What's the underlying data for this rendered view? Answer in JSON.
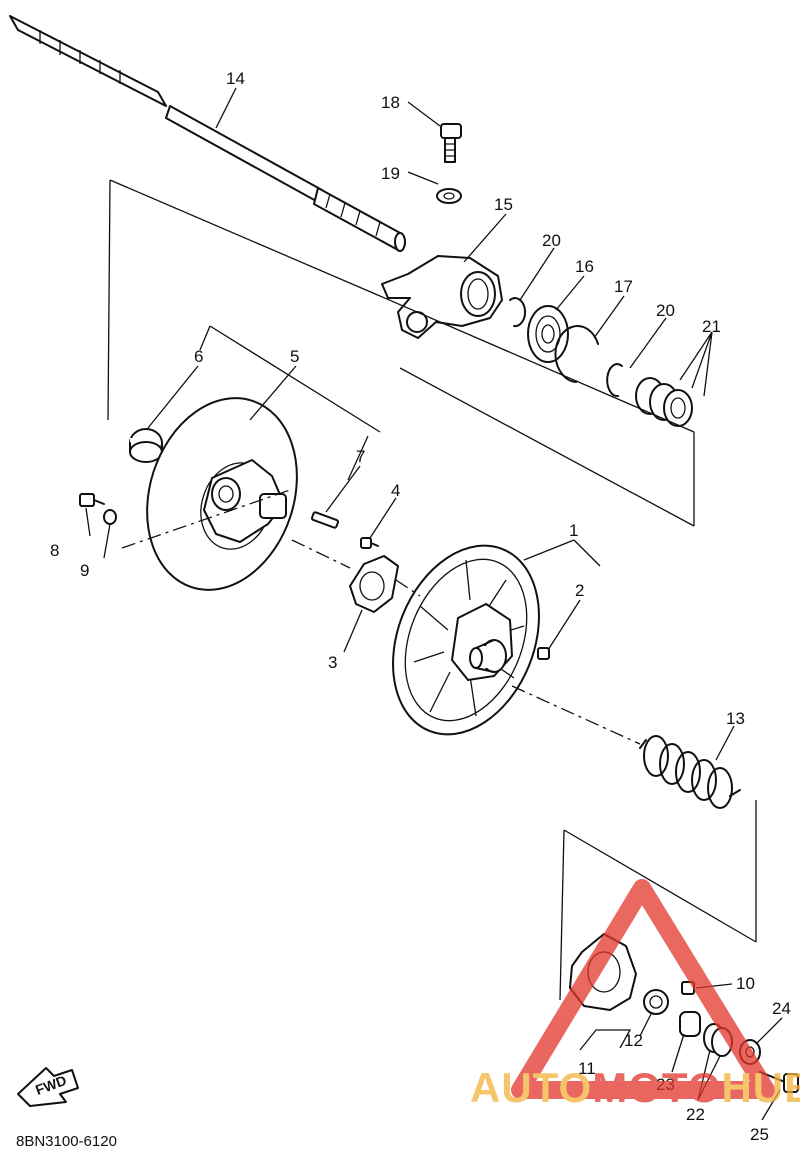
{
  "diagram": {
    "diagram_code": "8BN3100-6120",
    "fwd_label": "FWD",
    "watermark": {
      "text_auto": "AUTO",
      "text_moto": "MOTO",
      "text_hub": "HUB",
      "color_red": "#e2352b",
      "color_orange": "#f3b13a"
    },
    "callouts": {
      "c1": "1",
      "c2": "2",
      "c3": "3",
      "c4": "4",
      "c5": "5",
      "c6": "6",
      "c7": "7",
      "c8": "8",
      "c9": "9",
      "c10": "10",
      "c11": "11",
      "c12": "12",
      "c13": "13",
      "c14": "14",
      "c15": "15",
      "c16": "16",
      "c17": "17",
      "c18": "18",
      "c19": "19",
      "c20a": "20",
      "c20b": "20",
      "c21": "21",
      "c22": "22",
      "c23": "23",
      "c24": "24",
      "c25": "25"
    }
  }
}
